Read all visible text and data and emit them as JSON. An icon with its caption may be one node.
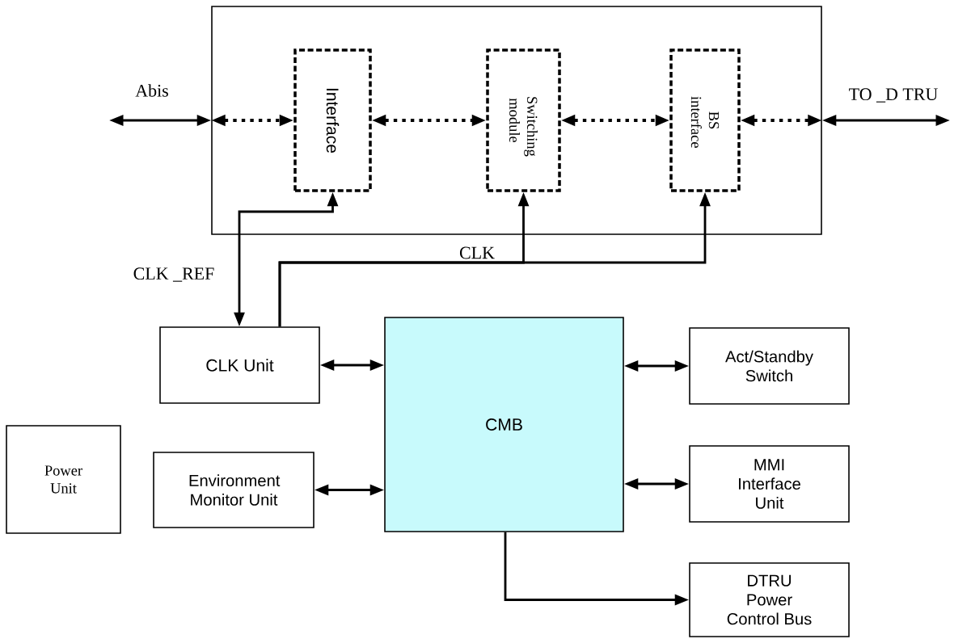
{
  "diagram": {
    "nodes": [
      {
        "text": [],
        "shape": "box"
      },
      {
        "text": [
          "Interface"
        ],
        "in": 0
      },
      {
        "text": [
          "Switching module"
        ],
        "in": 0
      },
      {
        "text": [
          "BS interface"
        ],
        "in": 0
      },
      {
        "text": [
          "CLK Unit"
        ]
      },
      {
        "text": [
          "CMB"
        ]
      },
      {
        "text": [
          "Act/Standby Switch"
        ]
      },
      {
        "text": [
          "Power Unit"
        ]
      },
      {
        "text": [
          "Environment Monitor Unit"
        ]
      },
      {
        "text": [
          "MMI Interface Unit"
        ]
      },
      {
        "text": [
          "DTRU Power Control Bus"
        ]
      }
    ],
    "edges": [
      {
        "from": null,
        "to": 0,
        "arrow": "both",
        "label": "Abis"
      },
      {
        "from": 0,
        "to": 1,
        "arrow": "both",
        "style": "dashed"
      },
      {
        "from": 1,
        "to": 2,
        "arrow": "both",
        "style": "dashed"
      },
      {
        "from": 2,
        "to": 3,
        "arrow": "both",
        "style": "dashed"
      },
      {
        "from": 3,
        "to": 0,
        "arrow": "both",
        "style": "dashed"
      },
      {
        "from": 0,
        "to": null,
        "arrow": "both",
        "label": "TO _D TRU"
      },
      {
        "from": 4,
        "to": 1,
        "arrow": "both",
        "label": "CLK _REF"
      },
      {
        "from": 4,
        "to": 2,
        "arrow": "to",
        "label": "CLK"
      },
      {
        "from": 4,
        "to": 3,
        "arrow": "to"
      },
      {
        "from": 4,
        "to": 5,
        "arrow": "both"
      },
      {
        "from": 5,
        "to": 6,
        "arrow": "both"
      },
      {
        "from": 8,
        "to": 5,
        "arrow": "both"
      },
      {
        "from": 5,
        "to": 9,
        "arrow": "both"
      },
      {
        "from": 5,
        "to": 10,
        "arrow": "to"
      }
    ]
  }
}
